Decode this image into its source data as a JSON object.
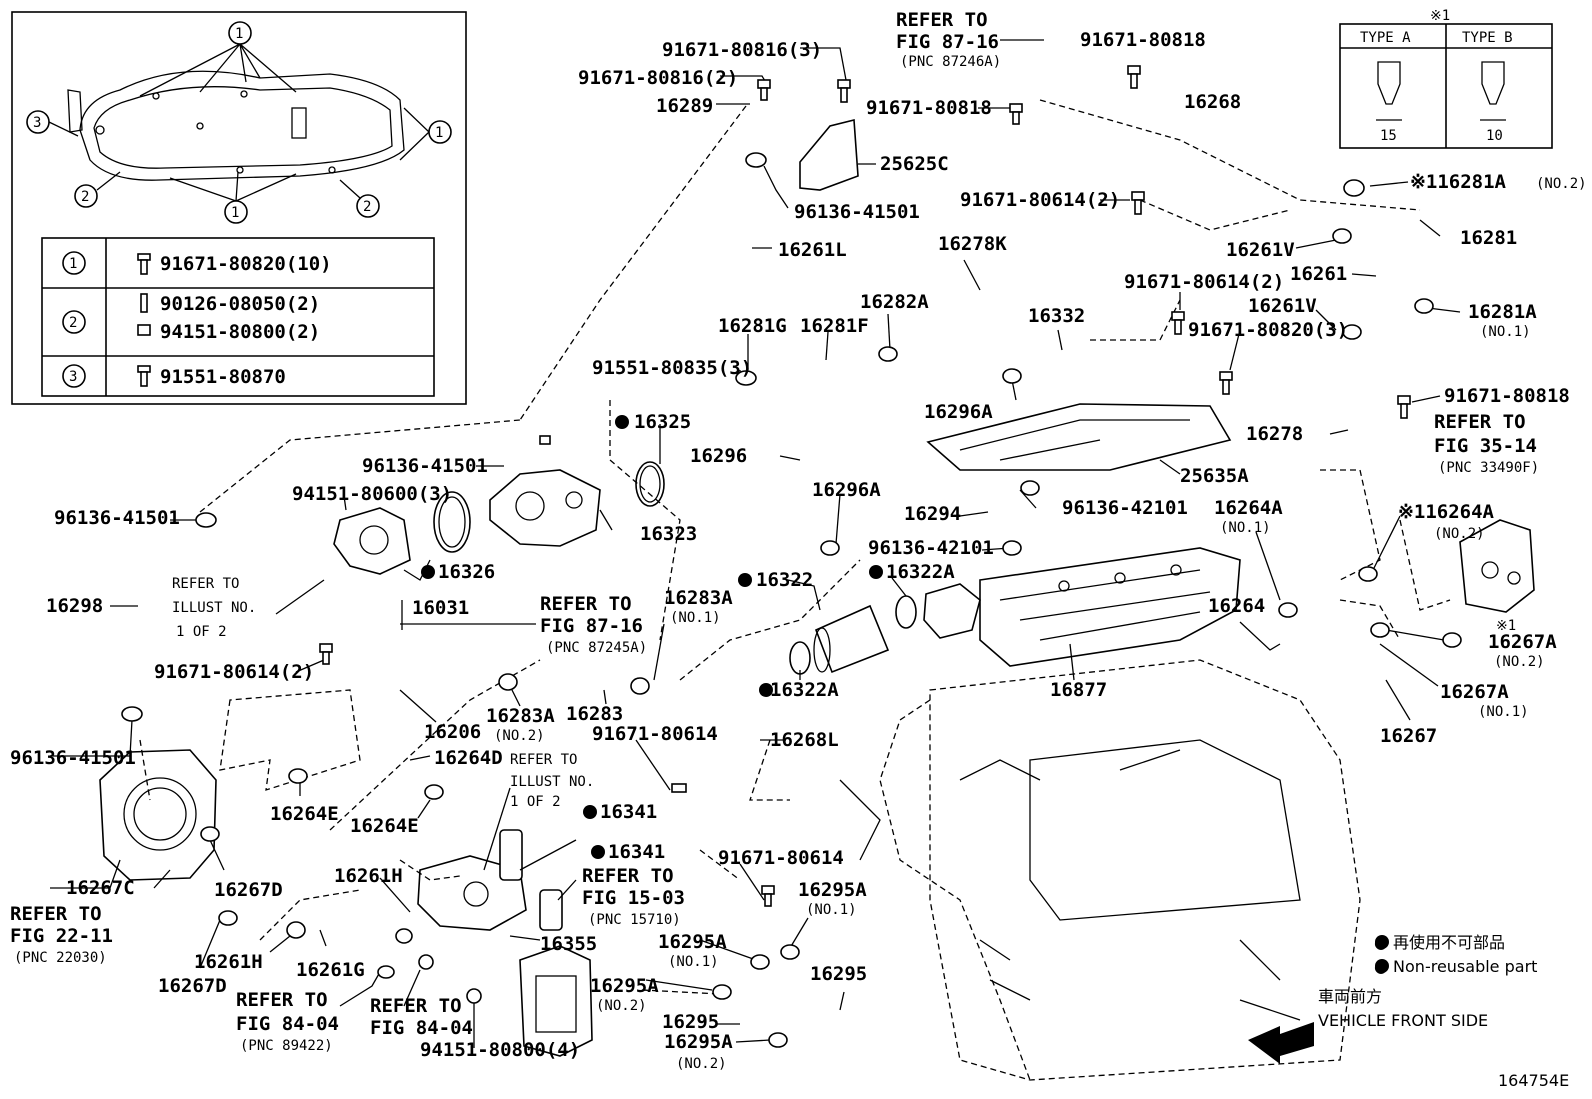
{
  "diagram_number": "164754E",
  "legend": {
    "mark_jp": "● 再使用不可部品",
    "mark_en": "● Non-reusable part"
  },
  "direction": {
    "label_jp": "車両前方",
    "label_en": "VEHICLE FRONT SIDE"
  },
  "note_box": {
    "mark": "※1",
    "type_a": {
      "label": "TYPE A",
      "dimension": "15"
    },
    "type_b": {
      "label": "TYPE B",
      "dimension": "10"
    }
  },
  "inset": {
    "callouts": [
      "1",
      "2",
      "3"
    ],
    "rows": [
      {
        "ref": "1",
        "parts": [
          "91671-80820(10)"
        ]
      },
      {
        "ref": "2",
        "parts": [
          "90126-08050(2)",
          "94151-80800(2)"
        ]
      },
      {
        "ref": "3",
        "parts": [
          "91551-80870"
        ]
      }
    ]
  },
  "labels": {
    "l01": "REFER TO",
    "l02": "FIG 87-16",
    "l03": "(PNC 87246A)",
    "l04": "91671-80816(3)",
    "l05": "91671-80816(2)",
    "l06": "16289",
    "l07": "91671-80818",
    "l08": "91671-80818",
    "l09": "16268",
    "l10": "25625C",
    "l11": "96136-41501",
    "l12": "16261L",
    "l13": "91671-80614(2)",
    "l14": "※116281A",
    "l15": "(NO.2)",
    "l16": "16281",
    "l17": "16261V",
    "l18": "16261",
    "l19": "16278K",
    "l20": "91671-80614(2)",
    "l21": "16282A",
    "l22": "16281G",
    "l23": "16281F",
    "l24": "16332",
    "l25": "16261V",
    "l26": "16281A",
    "l27": "(NO.1)",
    "l28": "91671-80820(3)",
    "l29": "91551-80835(3)",
    "l30": "16325",
    "l31": "16296A",
    "l32": "91671-80818",
    "l33": "REFER TO",
    "l34": "FIG 35-14",
    "l35": "(PNC 33490F)",
    "l36": "16278",
    "l37": "96136-41501",
    "l38": "16296",
    "l39": "25635A",
    "l40": "94151-80600(3)",
    "l41": "16296A",
    "l42": "16294",
    "l43": "96136-42101",
    "l44": "16264A",
    "l45": "(NO.1)",
    "l46": "※116264A",
    "l47": "(NO.2)",
    "l48": "96136-41501",
    "l49": "16323",
    "l50": "96136-42101",
    "l51": "16326",
    "l52": "16322",
    "l53": "16322A",
    "l54": "16298",
    "l55": "REFER TO",
    "l56": "ILLUST NO.",
    "l57": "1 OF 2",
    "l58": "16031",
    "l59": "REFER TO",
    "l60": "FIG 87-16",
    "l61": "(PNC 87245A)",
    "l62": "16283A",
    "l63": "(NO.1)",
    "l64": "16264",
    "l65": "※1",
    "l66": "16267A",
    "l67": "(NO.2)",
    "l68": "91671-80614(2)",
    "l69": "16877",
    "l70": "16322A",
    "l71": "16267A",
    "l72": "(NO.1)",
    "l73": "16206",
    "l74": "16283A",
    "l75": "(NO.2)",
    "l76": "16283",
    "l77": "96136-41501",
    "l78": "91671-80614",
    "l79": "16268L",
    "l80": "16267",
    "l81": "16264D",
    "l82": "REFER TO",
    "l83": "ILLUST NO.",
    "l84": "1 OF 2",
    "l85": "16264E",
    "l86": "16264E",
    "l87": "16341",
    "l88": "16341",
    "l89": "REFER TO",
    "l90": "FIG 15-03",
    "l91": "(PNC 15710)",
    "l92": "16261H",
    "l93": "16267C",
    "l94": "16267D",
    "l95": "91671-80614",
    "l96": "16295A",
    "l97": "(NO.1)",
    "l98": "REFER TO",
    "l99": "FIG 22-11",
    "l100": "(PNC 22030)",
    "l101": "16355",
    "l102": "16295A",
    "l103": "(NO.1)",
    "l104": "16295",
    "l105": "16261H",
    "l106": "16261G",
    "l107": "16267D",
    "l108": "16295A",
    "l109": "(NO.2)",
    "l110": "REFER TO",
    "l111": "FIG 84-04",
    "l112": "(PNC 89422)",
    "l113": "REFER TO",
    "l114": "FIG 84-04",
    "l115": "16295",
    "l116": "94151-80800(4)",
    "l117": "16295A",
    "l118": "(NO.2)"
  }
}
